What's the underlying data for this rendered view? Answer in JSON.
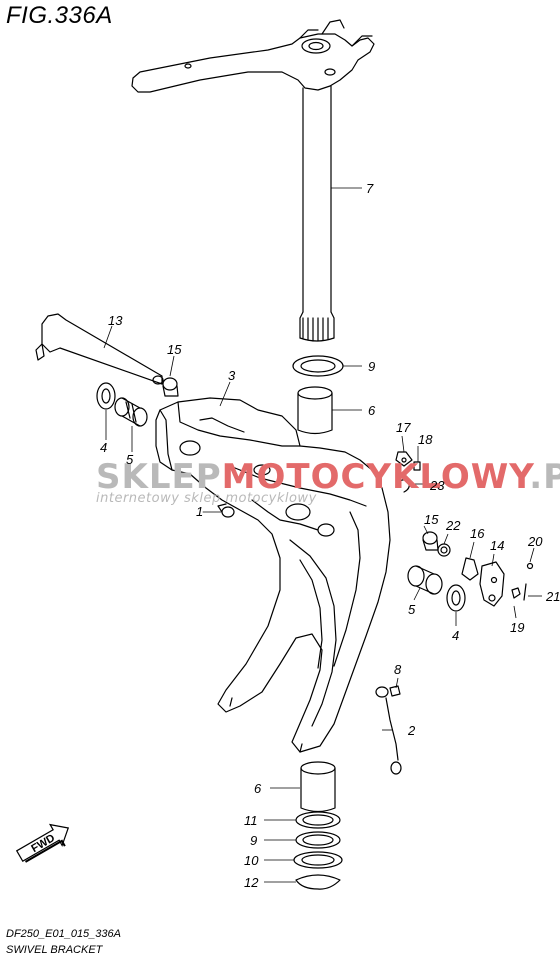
{
  "figure": {
    "title": "FIG.336A",
    "code": "DF250_E01_015_336A",
    "name": "SWIVEL BRACKET"
  },
  "watermark": {
    "brand_part1": "SKLEP",
    "brand_part2": "MOTOCYKLOWY",
    "brand_part3": ".PL",
    "tagline": "internetowy sklep motocyklowy",
    "color_main": "#b9b9b9",
    "color_accent": "#e36a6a"
  },
  "direction_arrow": {
    "label": "FWD",
    "icon": "fwd-arrow-icon"
  },
  "callouts": [
    {
      "id": "c7",
      "label": "7"
    },
    {
      "id": "c13",
      "label": "13"
    },
    {
      "id": "c15a",
      "label": "15"
    },
    {
      "id": "c9a",
      "label": "9"
    },
    {
      "id": "c3",
      "label": "3"
    },
    {
      "id": "c6a",
      "label": "6"
    },
    {
      "id": "c4a",
      "label": "4"
    },
    {
      "id": "c5a",
      "label": "5"
    },
    {
      "id": "c17",
      "label": "17"
    },
    {
      "id": "c18",
      "label": "18"
    },
    {
      "id": "c23",
      "label": "23"
    },
    {
      "id": "c1",
      "label": "1"
    },
    {
      "id": "c15b",
      "label": "15"
    },
    {
      "id": "c22",
      "label": "22"
    },
    {
      "id": "c16",
      "label": "16"
    },
    {
      "id": "c14",
      "label": "14"
    },
    {
      "id": "c20",
      "label": "20"
    },
    {
      "id": "c21",
      "label": "21"
    },
    {
      "id": "c19",
      "label": "19"
    },
    {
      "id": "c5b",
      "label": "5"
    },
    {
      "id": "c4b",
      "label": "4"
    },
    {
      "id": "c8",
      "label": "8"
    },
    {
      "id": "c2",
      "label": "2"
    },
    {
      "id": "c6b",
      "label": "6"
    },
    {
      "id": "c11",
      "label": "11"
    },
    {
      "id": "c9b",
      "label": "9"
    },
    {
      "id": "c10",
      "label": "10"
    },
    {
      "id": "c12",
      "label": "12"
    }
  ]
}
